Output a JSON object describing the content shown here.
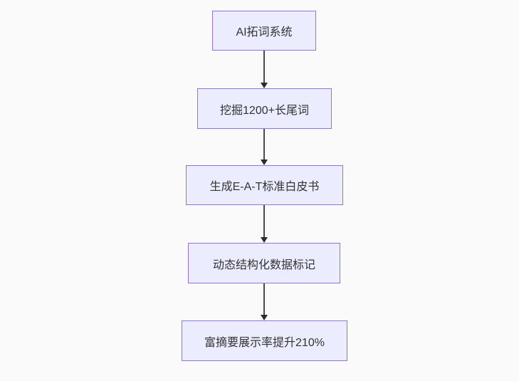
{
  "diagram": {
    "type": "flowchart",
    "direction": "top-down",
    "nodes": [
      {
        "id": "step1",
        "label": "AI拓词系统"
      },
      {
        "id": "step2",
        "label": "挖掘1200+长尾词"
      },
      {
        "id": "step3",
        "label": "生成E-A-T标准白皮书"
      },
      {
        "id": "step4",
        "label": "动态结构化数据标记"
      },
      {
        "id": "step5",
        "label": "富摘要展示率提升210%"
      }
    ],
    "edges": [
      {
        "from": "step1",
        "to": "step2"
      },
      {
        "from": "step2",
        "to": "step3"
      },
      {
        "from": "step3",
        "to": "step4"
      },
      {
        "from": "step4",
        "to": "step5"
      }
    ],
    "colors": {
      "node_fill": "#ececff",
      "node_border": "#9370db",
      "text": "#333333",
      "arrow": "#333333",
      "background": "#fafafa"
    }
  }
}
